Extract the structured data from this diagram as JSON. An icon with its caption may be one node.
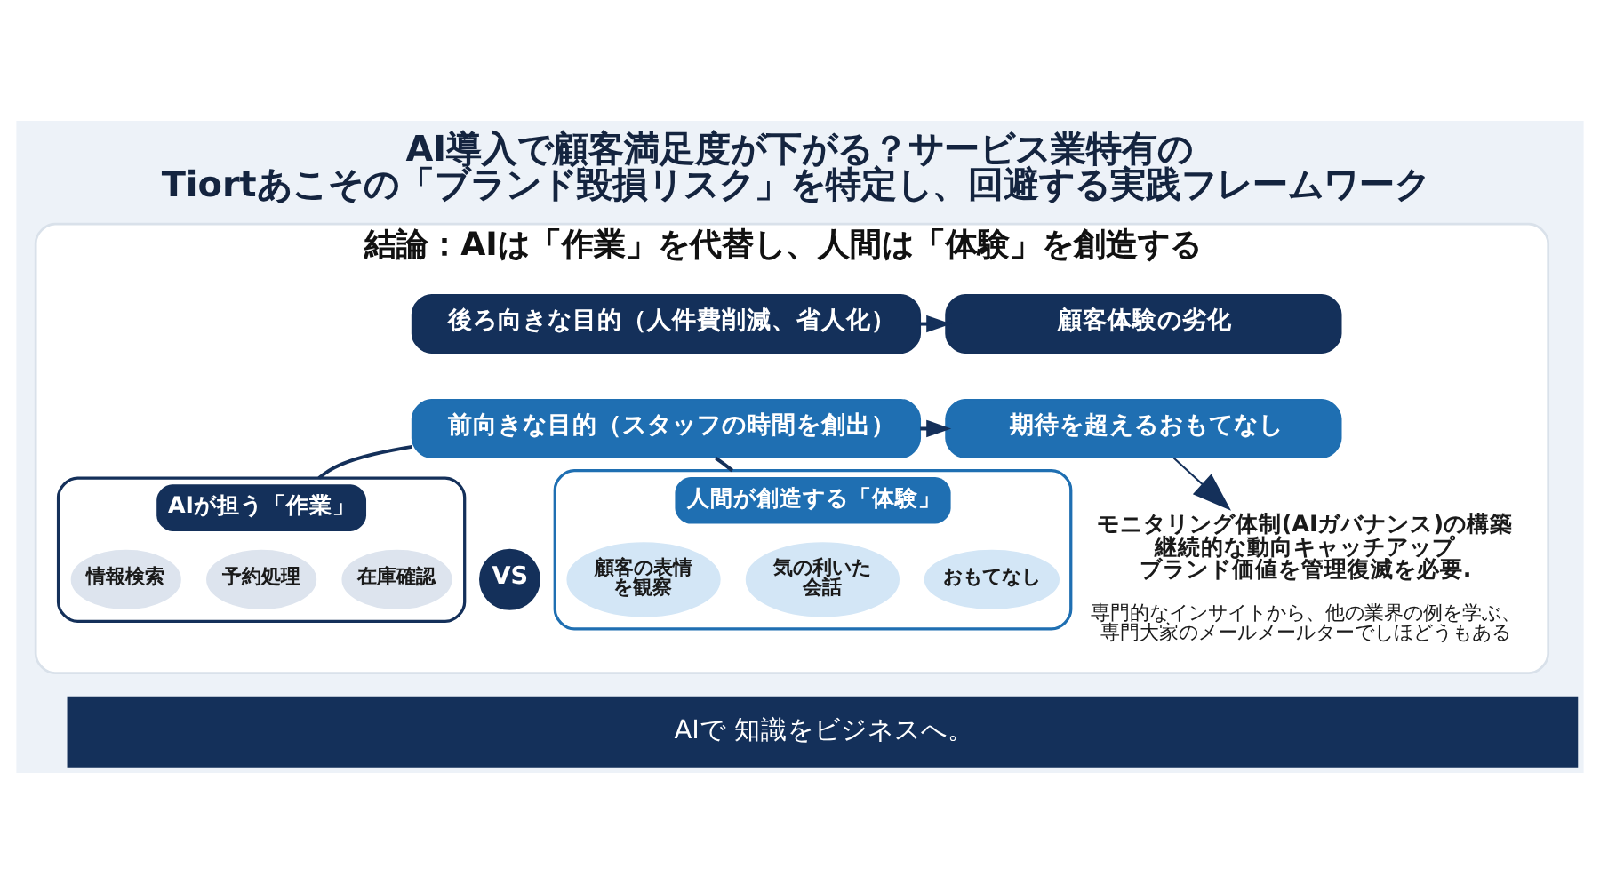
{
  "diagram": {
    "title": "AI導入で顧客満足度が下がる？サービス業特有のTiortあこその「ブランド毀損リスク」を特定し、回避する実践フレームワーク",
    "nodes": [
      {
        "text": [
          "結論：AIは「作業」を代替し、人間は「体験」を創造する"
        ]
      },
      {
        "text": [
          "後ろ向きな目的（人件費削減、省人化）"
        ],
        "in": 0
      },
      {
        "text": [
          "顧客体験の劣化"
        ],
        "in": 0
      },
      {
        "text": [
          "前向きな目的（スタッフの時間を創出）"
        ],
        "in": 0
      },
      {
        "text": [
          "期待を超えるおもてなし"
        ],
        "in": 0
      },
      {
        "text": [
          "AIが担う「作業」"
        ],
        "in": 0
      },
      {
        "text": [
          "情報検索"
        ],
        "in": 5
      },
      {
        "text": [
          "予約処理"
        ],
        "in": 5
      },
      {
        "text": [
          "在庫確認"
        ],
        "in": 5
      },
      {
        "text": [
          "VS"
        ],
        "in": 0
      },
      {
        "text": [
          "人間が創造する「体験」"
        ],
        "in": 0
      },
      {
        "text": [
          "顧客の表情を観察"
        ],
        "in": 10
      },
      {
        "text": [
          "気の利いた会話"
        ],
        "in": 10
      },
      {
        "text": [
          "おもてなし"
        ],
        "in": 10
      },
      {
        "text": [
          "モニタリング体制(AIガバナンス)の構築",
          "継続的な動向キャッチアップ",
          "ブランド価値を管理復滅を必要.",
          "専門的なインサイトから、他の業界の例を学ぶ、専門大家のメールメールターでしほどうもある"
        ],
        "in": 0
      },
      {
        "text": [
          "AIで 知識をビジネスへ。"
        ]
      }
    ],
    "edges": [
      {
        "from": 1,
        "to": 2,
        "arrow": "to"
      },
      {
        "from": 3,
        "to": 4,
        "arrow": "to"
      },
      {
        "from": 3,
        "to": 5,
        "arrow": "none"
      },
      {
        "from": 3,
        "to": 10,
        "arrow": "none"
      },
      {
        "from": 4,
        "to": 14,
        "arrow": "to"
      }
    ]
  }
}
